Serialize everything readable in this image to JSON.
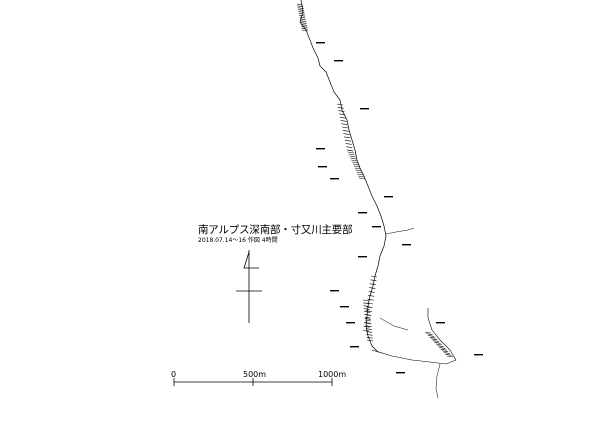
{
  "map": {
    "title": "南アルプス深南部・寸又川主要部",
    "subtitle": "2018.07.14〜16  作図 4時間"
  },
  "scale_bar": {
    "labels": [
      "0",
      "500m",
      "1000m"
    ]
  },
  "north_arrow": {
    "symbol": "4"
  }
}
